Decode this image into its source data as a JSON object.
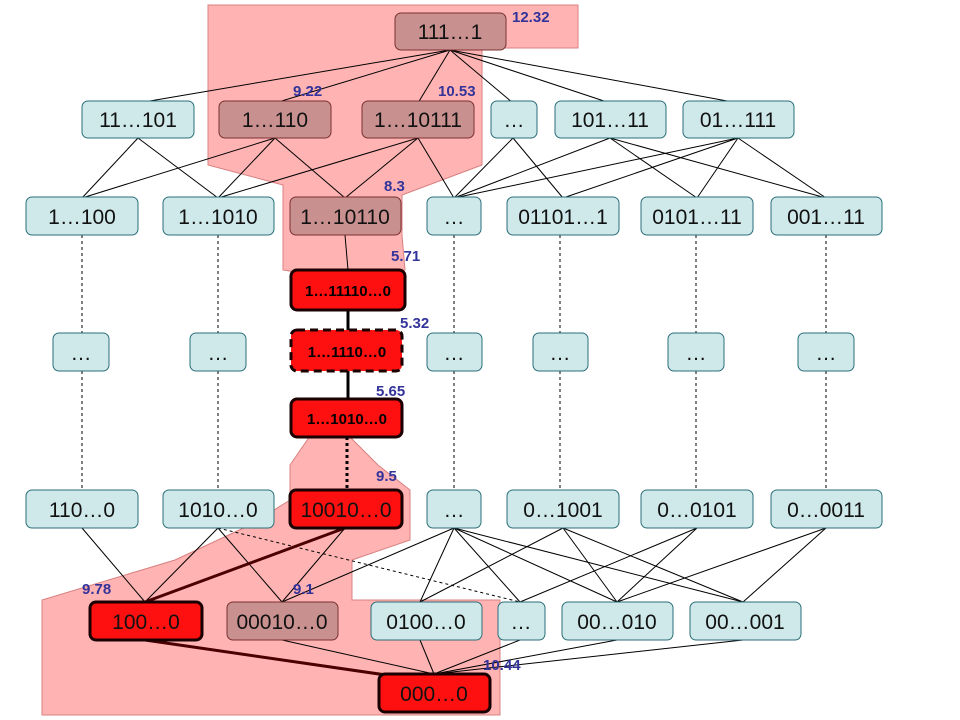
{
  "colors": {
    "regular_fill": "#cfe8ea",
    "regular_stroke": "#2a6e78",
    "shaded_fill": "#c99090",
    "shaded_stroke": "#7a3030",
    "active_fill": "#ff1010",
    "active_stroke": "#1a0000",
    "region_fill": "#ffb3b3",
    "region_stroke": "#d88080",
    "score_color": "#33339a"
  },
  "nodes": {
    "n_top": {
      "label": "111…1",
      "score": "12.32"
    },
    "n_r1_11101": {
      "label": "11…101"
    },
    "n_r1_1110": {
      "label": "1…110",
      "score": "9.22"
    },
    "n_r1_110111": {
      "label": "1…10111",
      "score": "10.53"
    },
    "n_r1_dots": {
      "label": "…"
    },
    "n_r1_10111": {
      "label": "101…11"
    },
    "n_r1_01111": {
      "label": "01…111"
    },
    "n_r2_1100": {
      "label": "1…100"
    },
    "n_r2_11010": {
      "label": "1…1010"
    },
    "n_r2_110110": {
      "label": "1…10110",
      "score": "8.3"
    },
    "n_r2_dots": {
      "label": "…"
    },
    "n_r2_01101": {
      "label": "01101…1"
    },
    "n_r2_0101": {
      "label": "0101…11"
    },
    "n_r2_001": {
      "label": "001…11"
    },
    "n_path_a": {
      "label": "1…11110…0",
      "score": "5.71"
    },
    "n_mid_1": {
      "label": "…"
    },
    "n_mid_2": {
      "label": "…"
    },
    "n_path_b": {
      "label": "1…1110…0",
      "score": "5.32"
    },
    "n_mid_4": {
      "label": "…"
    },
    "n_mid_5": {
      "label": "…"
    },
    "n_mid_6": {
      "label": "…"
    },
    "n_mid_7": {
      "label": "…"
    },
    "n_path_c": {
      "label": "1…1010…0",
      "score": "5.65"
    },
    "n_r4_1100": {
      "label": "110…0"
    },
    "n_r4_10100": {
      "label": "1010…0"
    },
    "n_r4_100100": {
      "label": "10010…0",
      "score": "9.5"
    },
    "n_r4_dots": {
      "label": "…"
    },
    "n_r4_01001": {
      "label": "0…1001"
    },
    "n_r4_00101": {
      "label": "0…0101"
    },
    "n_r4_00011": {
      "label": "0…0011"
    },
    "n_r5_1000": {
      "label": "100…0",
      "score": "9.78"
    },
    "n_r5_000100": {
      "label": "00010…0",
      "score": "9.1"
    },
    "n_r5_01000": {
      "label": "0100…0"
    },
    "n_r5_dots": {
      "label": "…"
    },
    "n_r5_00010": {
      "label": "00…010"
    },
    "n_r5_00001": {
      "label": "00…001"
    },
    "n_bottom": {
      "label": "000…0",
      "score": "10.44"
    }
  }
}
